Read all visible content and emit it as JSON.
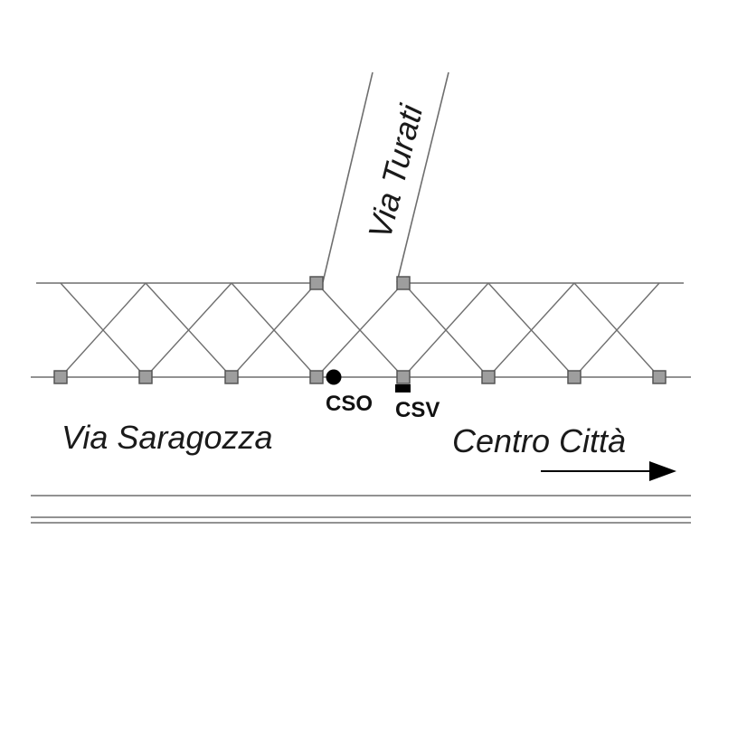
{
  "streets": {
    "main": "Via Saragozza",
    "side": "Via Turati"
  },
  "direction": {
    "label": "Centro Città"
  },
  "stations": {
    "cso": "CSO",
    "csv": "CSV"
  }
}
